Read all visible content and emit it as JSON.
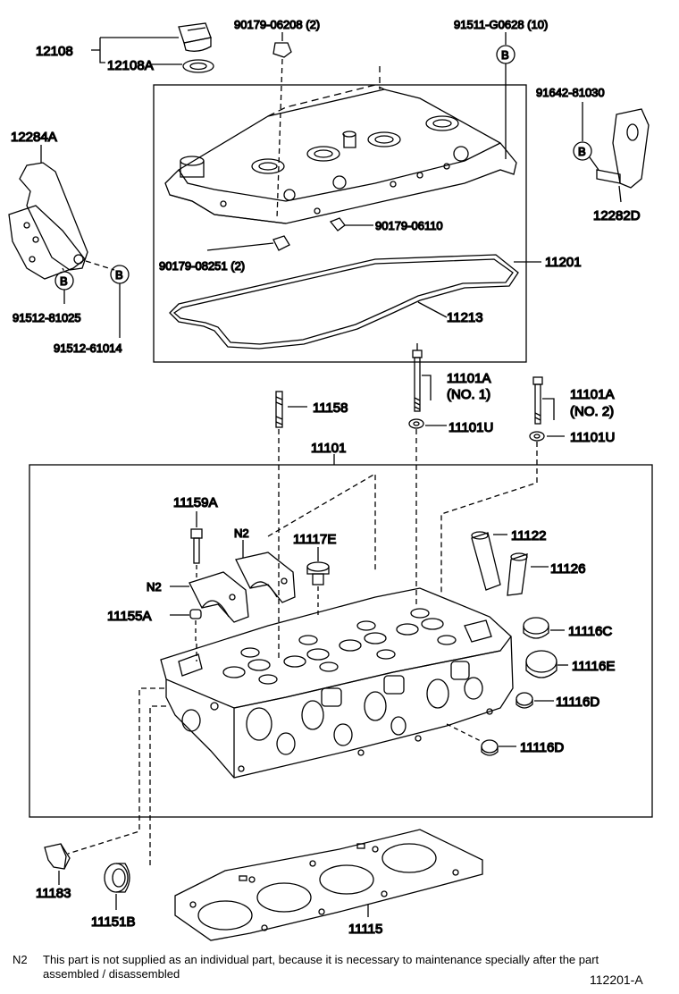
{
  "labels": {
    "p12108": "12108",
    "p12108A": "12108A",
    "p90179_06208": "90179-06208 (2)",
    "p91511_G0628": "91511-G0628 (10)",
    "p91642_81030": "91642-81030",
    "p12284A": "12284A",
    "p12282D": "12282D",
    "p90179_06110": "90179-06110",
    "p90179_08251": "90179-08251 (2)",
    "p11201": "11201",
    "p91512_81025": "91512-81025",
    "p91512_61014": "91512-61014",
    "p11213": "11213",
    "p11101A_1": "11101A",
    "p11101A_1_sub": "(NO. 1)",
    "p11158": "11158",
    "p11101A_2": "11101A",
    "p11101A_2_sub": "(NO. 2)",
    "p11101U_1": "11101U",
    "p11101U_2": "11101U",
    "p11101": "11101",
    "p11159A": "11159A",
    "pN2_a": "N2",
    "pN2_b": "N2",
    "p11117E": "11117E",
    "p11122": "11122",
    "p11126": "11126",
    "p11155A": "11155A",
    "p11116C": "11116C",
    "p11116E": "11116E",
    "p11116D_1": "11116D",
    "p11116D_2": "11116D",
    "p11183": "11183",
    "p11151B": "11151B",
    "p11115": "11115",
    "markerB": "B"
  },
  "note": {
    "key": "N2",
    "text": "This part is not supplied as an individual part, because it is necessary to maintenance specially after the part assembled / disassembled"
  },
  "diagram_code": "112201-A"
}
